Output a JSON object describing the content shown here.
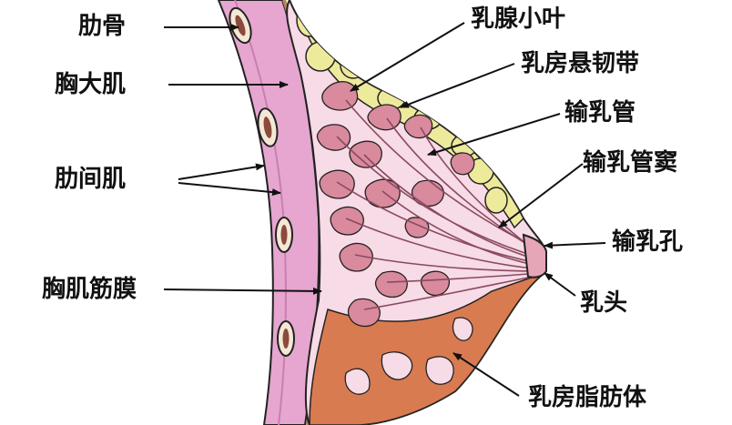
{
  "labels": {
    "rib": "肋骨",
    "pectoralis_major": "胸大肌",
    "intercostal_muscle": "肋间肌",
    "pectoral_fascia": "胸肌筋膜",
    "lobule": "乳腺小叶",
    "suspensory_ligament": "乳房悬韧带",
    "lactiferous_duct": "输乳管",
    "lactiferous_sinus": "输乳管窦",
    "duct_opening": "输乳孔",
    "nipple": "乳头",
    "breast_fat": "乳房脂肪体"
  },
  "colors": {
    "muscle": "#e6a6cf",
    "muscle_edge": "#c97fb0",
    "fascia": "#b8875a",
    "rib": "#f4e7d6",
    "fat_yellow": "#eeea9c",
    "fat_orange": "#d97b50",
    "gland_pink": "#f7dbe6",
    "lobule": "#d98a9d",
    "outline": "#222222"
  }
}
